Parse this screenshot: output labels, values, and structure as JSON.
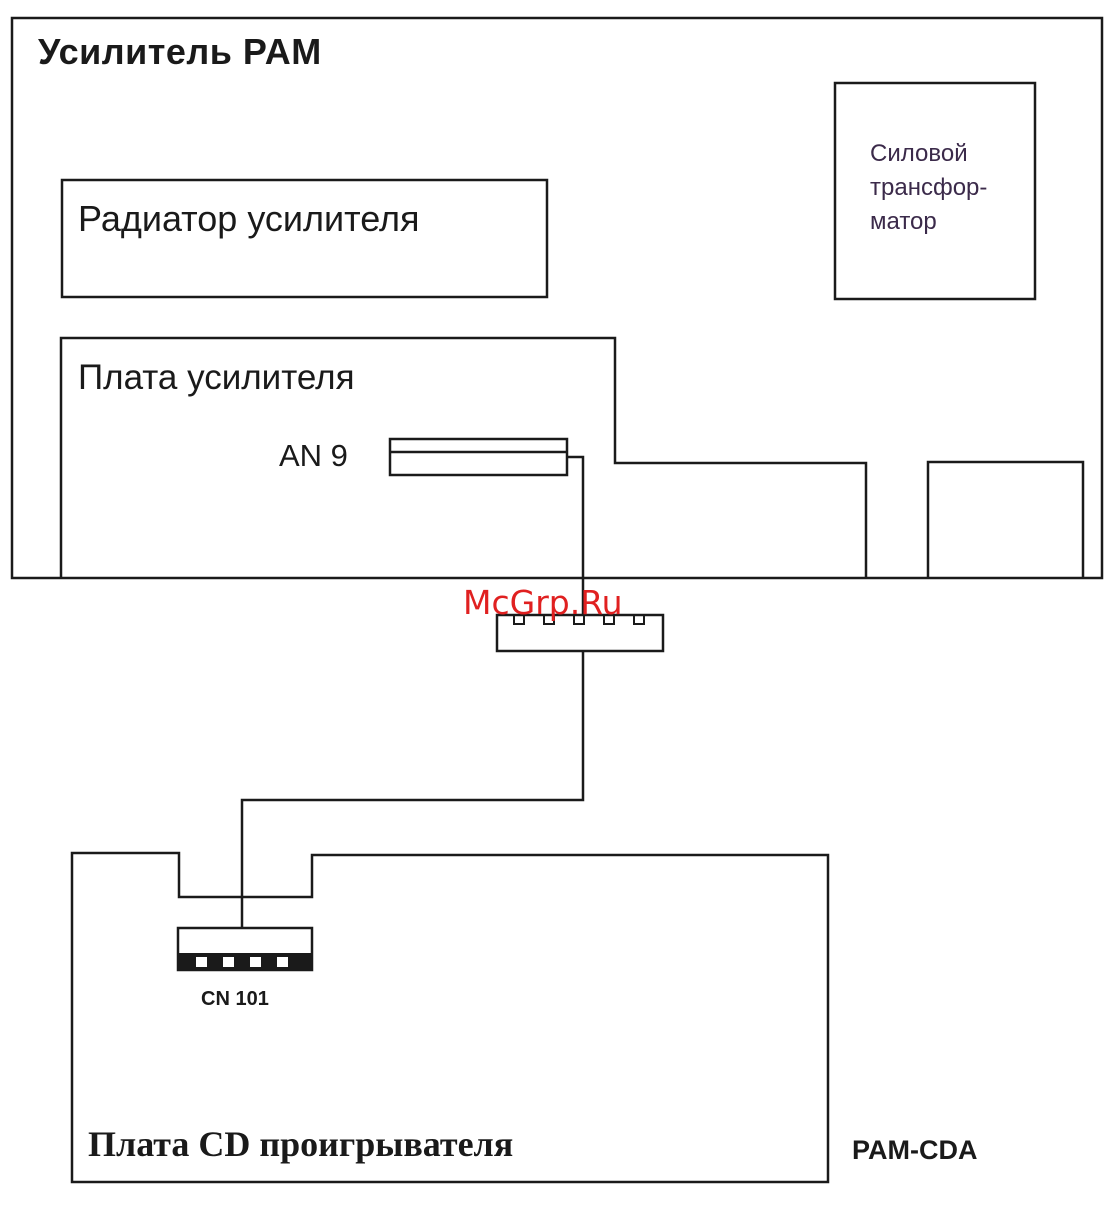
{
  "diagram": {
    "amplifier_title": "Усилитель PAM",
    "radiator_label": "Радиатор усилителя",
    "amp_board_label": "Плата усилителя",
    "connector_an9": "AN 9",
    "transformer_label": "Силовой трансфор-матор",
    "connector_cn101": "CN 101",
    "cd_board_label": "Плата CD проигрывателя",
    "model_label": "PAM-CDA",
    "watermark": "McGrp.Ru"
  },
  "colors": {
    "line": "#1a1a1a",
    "watermark": "#e02020"
  }
}
